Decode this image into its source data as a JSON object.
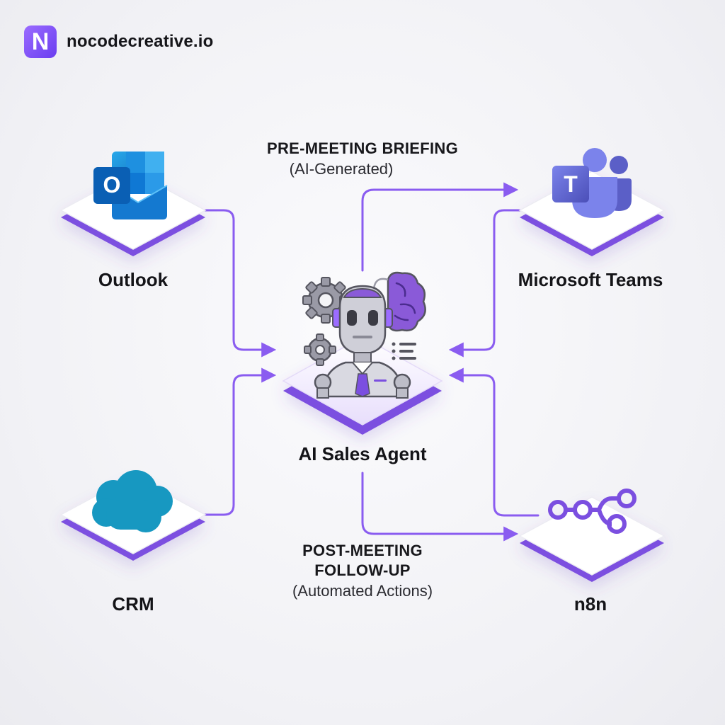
{
  "brand": {
    "logo_letter": "N",
    "name": "nocodecreative.io"
  },
  "nodes": {
    "outlook": {
      "label": "Outlook",
      "icon": "outlook-icon",
      "icon_letter": "O"
    },
    "teams": {
      "label": "Microsoft Teams",
      "icon": "teams-icon",
      "icon_letter": "T"
    },
    "crm": {
      "label": "CRM",
      "icon": "cloud-icon"
    },
    "n8n": {
      "label": "n8n",
      "icon": "workflow-nodes-icon"
    },
    "agent": {
      "label": "AI Sales Agent",
      "icon": "robot-icon"
    }
  },
  "flows": {
    "pre_meeting": {
      "title": "PRE-MEETING BRIEFING",
      "subtitle": "(AI-Generated)"
    },
    "post_meeting": {
      "title_line1": "POST-MEETING",
      "title_line2": "FOLLOW-UP",
      "subtitle": "(Automated Actions)"
    }
  },
  "colors": {
    "accent": "#7b4fe0",
    "connector": "#8a5cf0",
    "outlook_blue": "#0f6cbd",
    "teams_purple": "#5b5fc7",
    "crm_blue": "#1798c1",
    "text": "#141418"
  }
}
